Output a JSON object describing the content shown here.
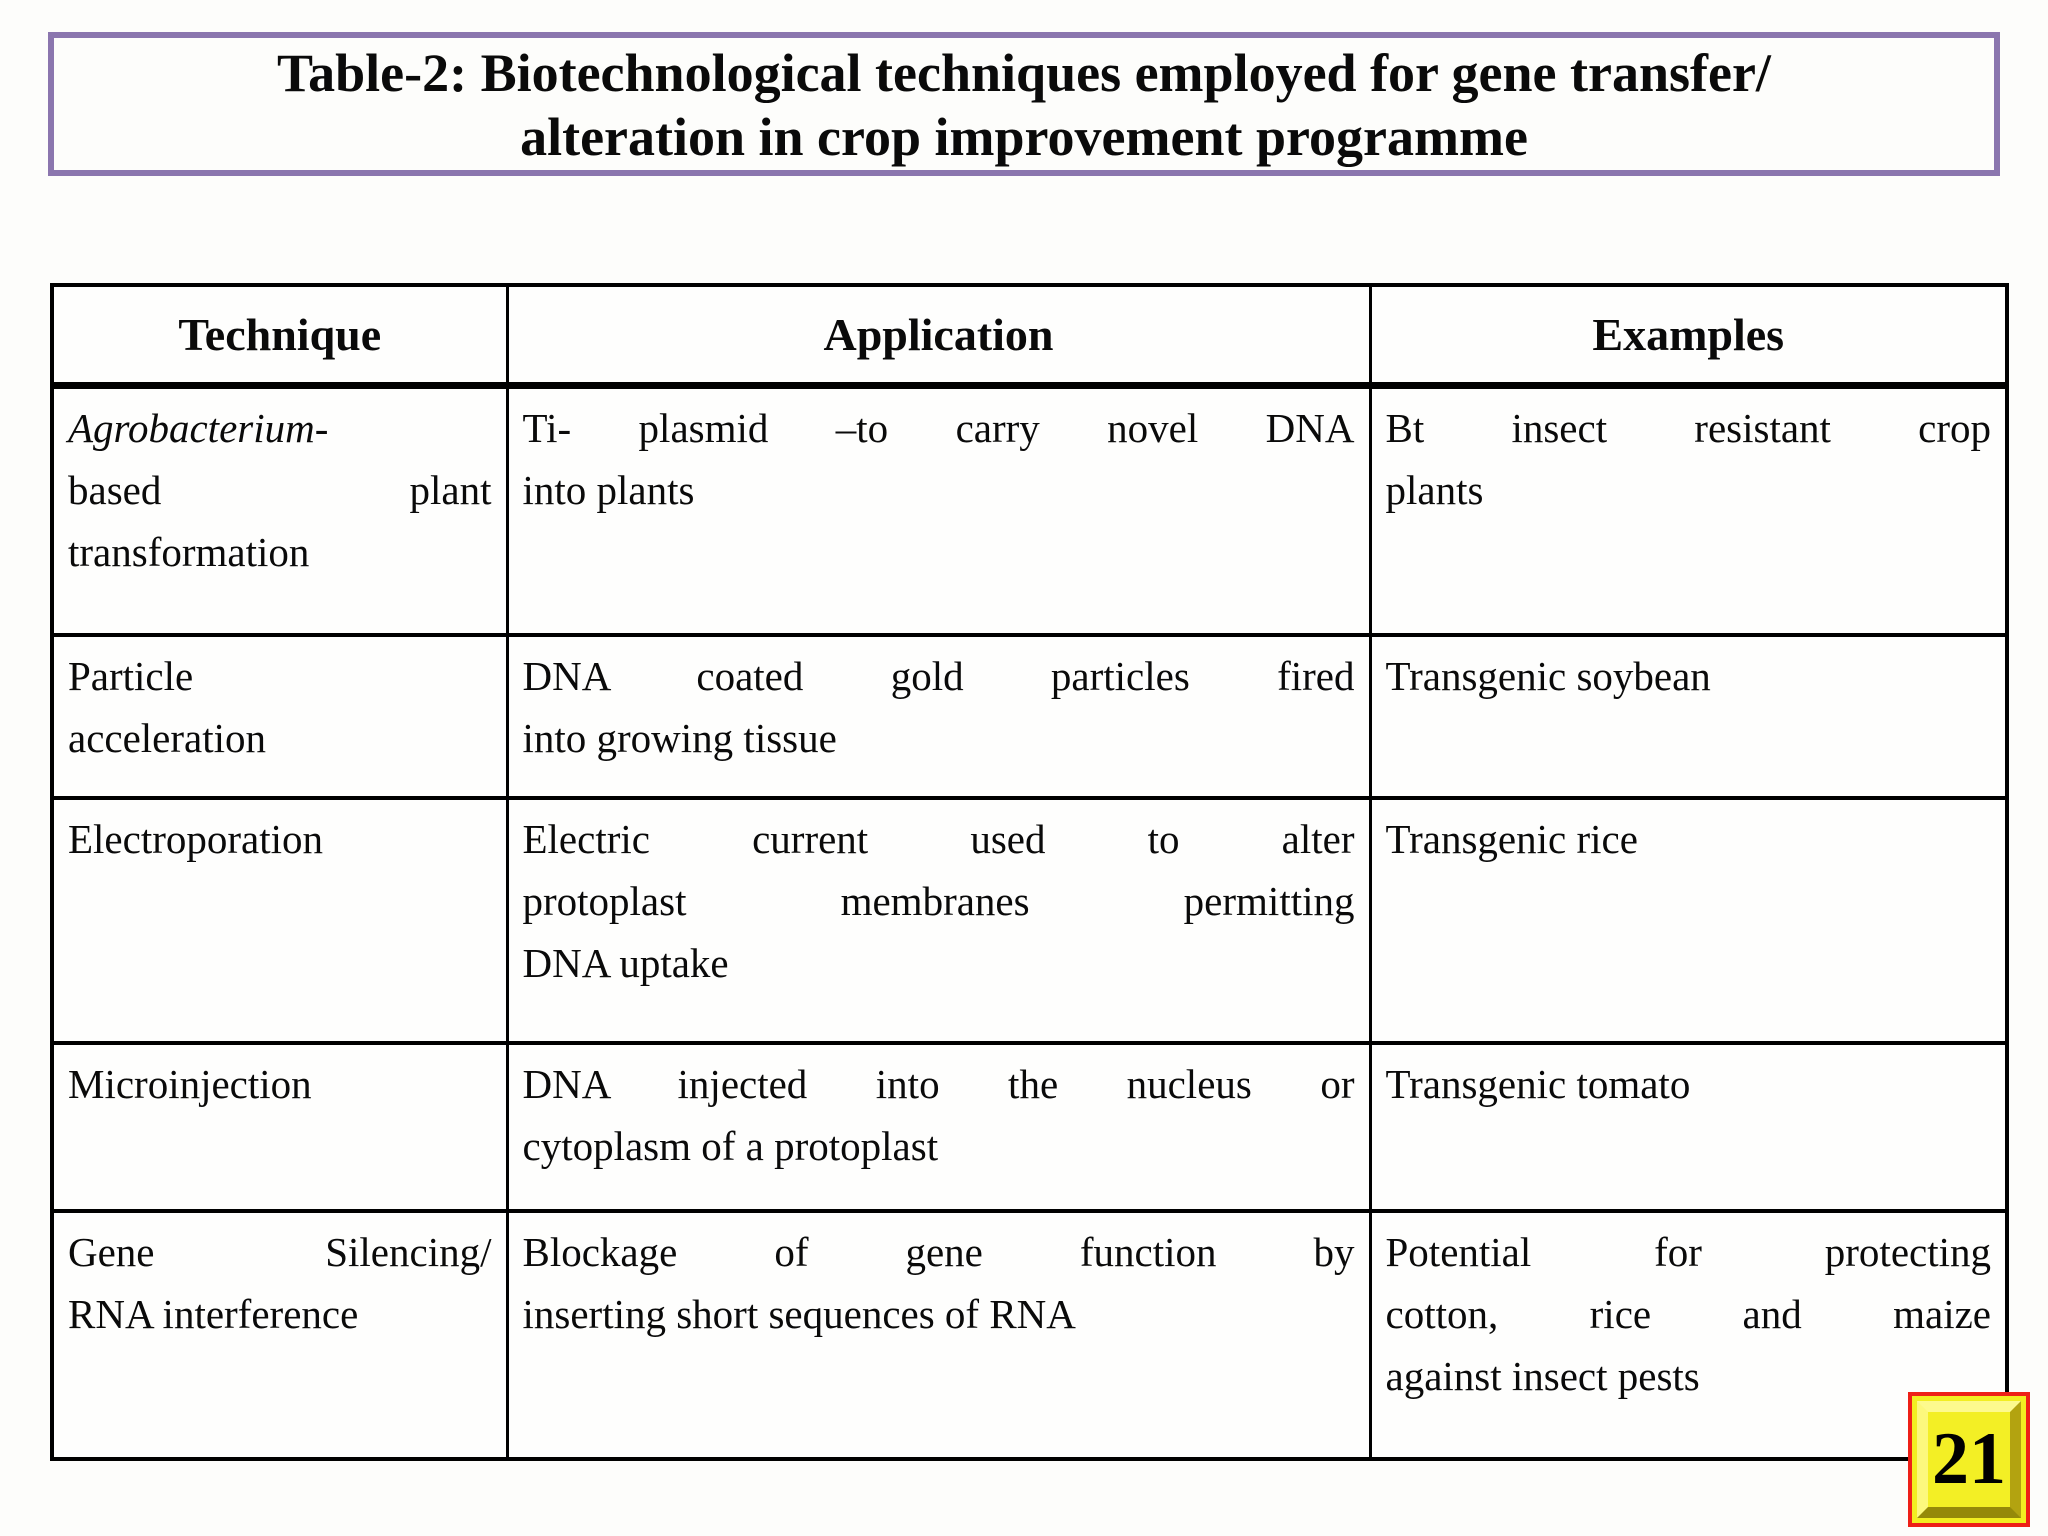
{
  "title": {
    "lines": [
      "Table-2: Biotechnological techniques employed for gene transfer/",
      "alteration in crop improvement programme"
    ],
    "border_color": "#8b76ae"
  },
  "table": {
    "headers": [
      "Technique",
      "Application",
      "Examples"
    ],
    "rows": [
      {
        "cells": [
          {
            "lines": [
              "Agrobacterium-",
              "based plant",
              "transformation"
            ],
            "italic_lines": [
              0
            ]
          },
          {
            "lines": [
              "Ti- plasmid –to carry novel DNA",
              "into plants"
            ]
          },
          {
            "lines": [
              "Bt insect resistant crop",
              "plants"
            ]
          }
        ]
      },
      {
        "cells": [
          {
            "lines": [
              "Particle",
              "acceleration"
            ]
          },
          {
            "lines": [
              "DNA coated gold particles fired",
              "into growing tissue"
            ]
          },
          {
            "lines": [
              "Transgenic soybean"
            ]
          }
        ]
      },
      {
        "cells": [
          {
            "lines": [
              "Electroporation"
            ]
          },
          {
            "lines": [
              "Electric current used to alter",
              "protoplast membranes permitting",
              "DNA uptake"
            ]
          },
          {
            "lines": [
              "Transgenic rice"
            ]
          }
        ]
      },
      {
        "cells": [
          {
            "lines": [
              "Microinjection"
            ]
          },
          {
            "lines": [
              "DNA injected into the nucleus or",
              "cytoplasm of a protoplast"
            ]
          },
          {
            "lines": [
              "Transgenic tomato"
            ]
          }
        ]
      },
      {
        "cells": [
          {
            "lines": [
              "Gene Silencing/",
              "RNA interference"
            ]
          },
          {
            "lines": [
              "Blockage of gene function by",
              "inserting short sequences of RNA"
            ]
          },
          {
            "lines": [
              "Potential for protecting",
              "cotton, rice and maize",
              "against insect pests"
            ]
          }
        ]
      }
    ]
  },
  "page_number": {
    "value": "21",
    "background": "#f2ee21",
    "border_color": "#ee2017"
  }
}
